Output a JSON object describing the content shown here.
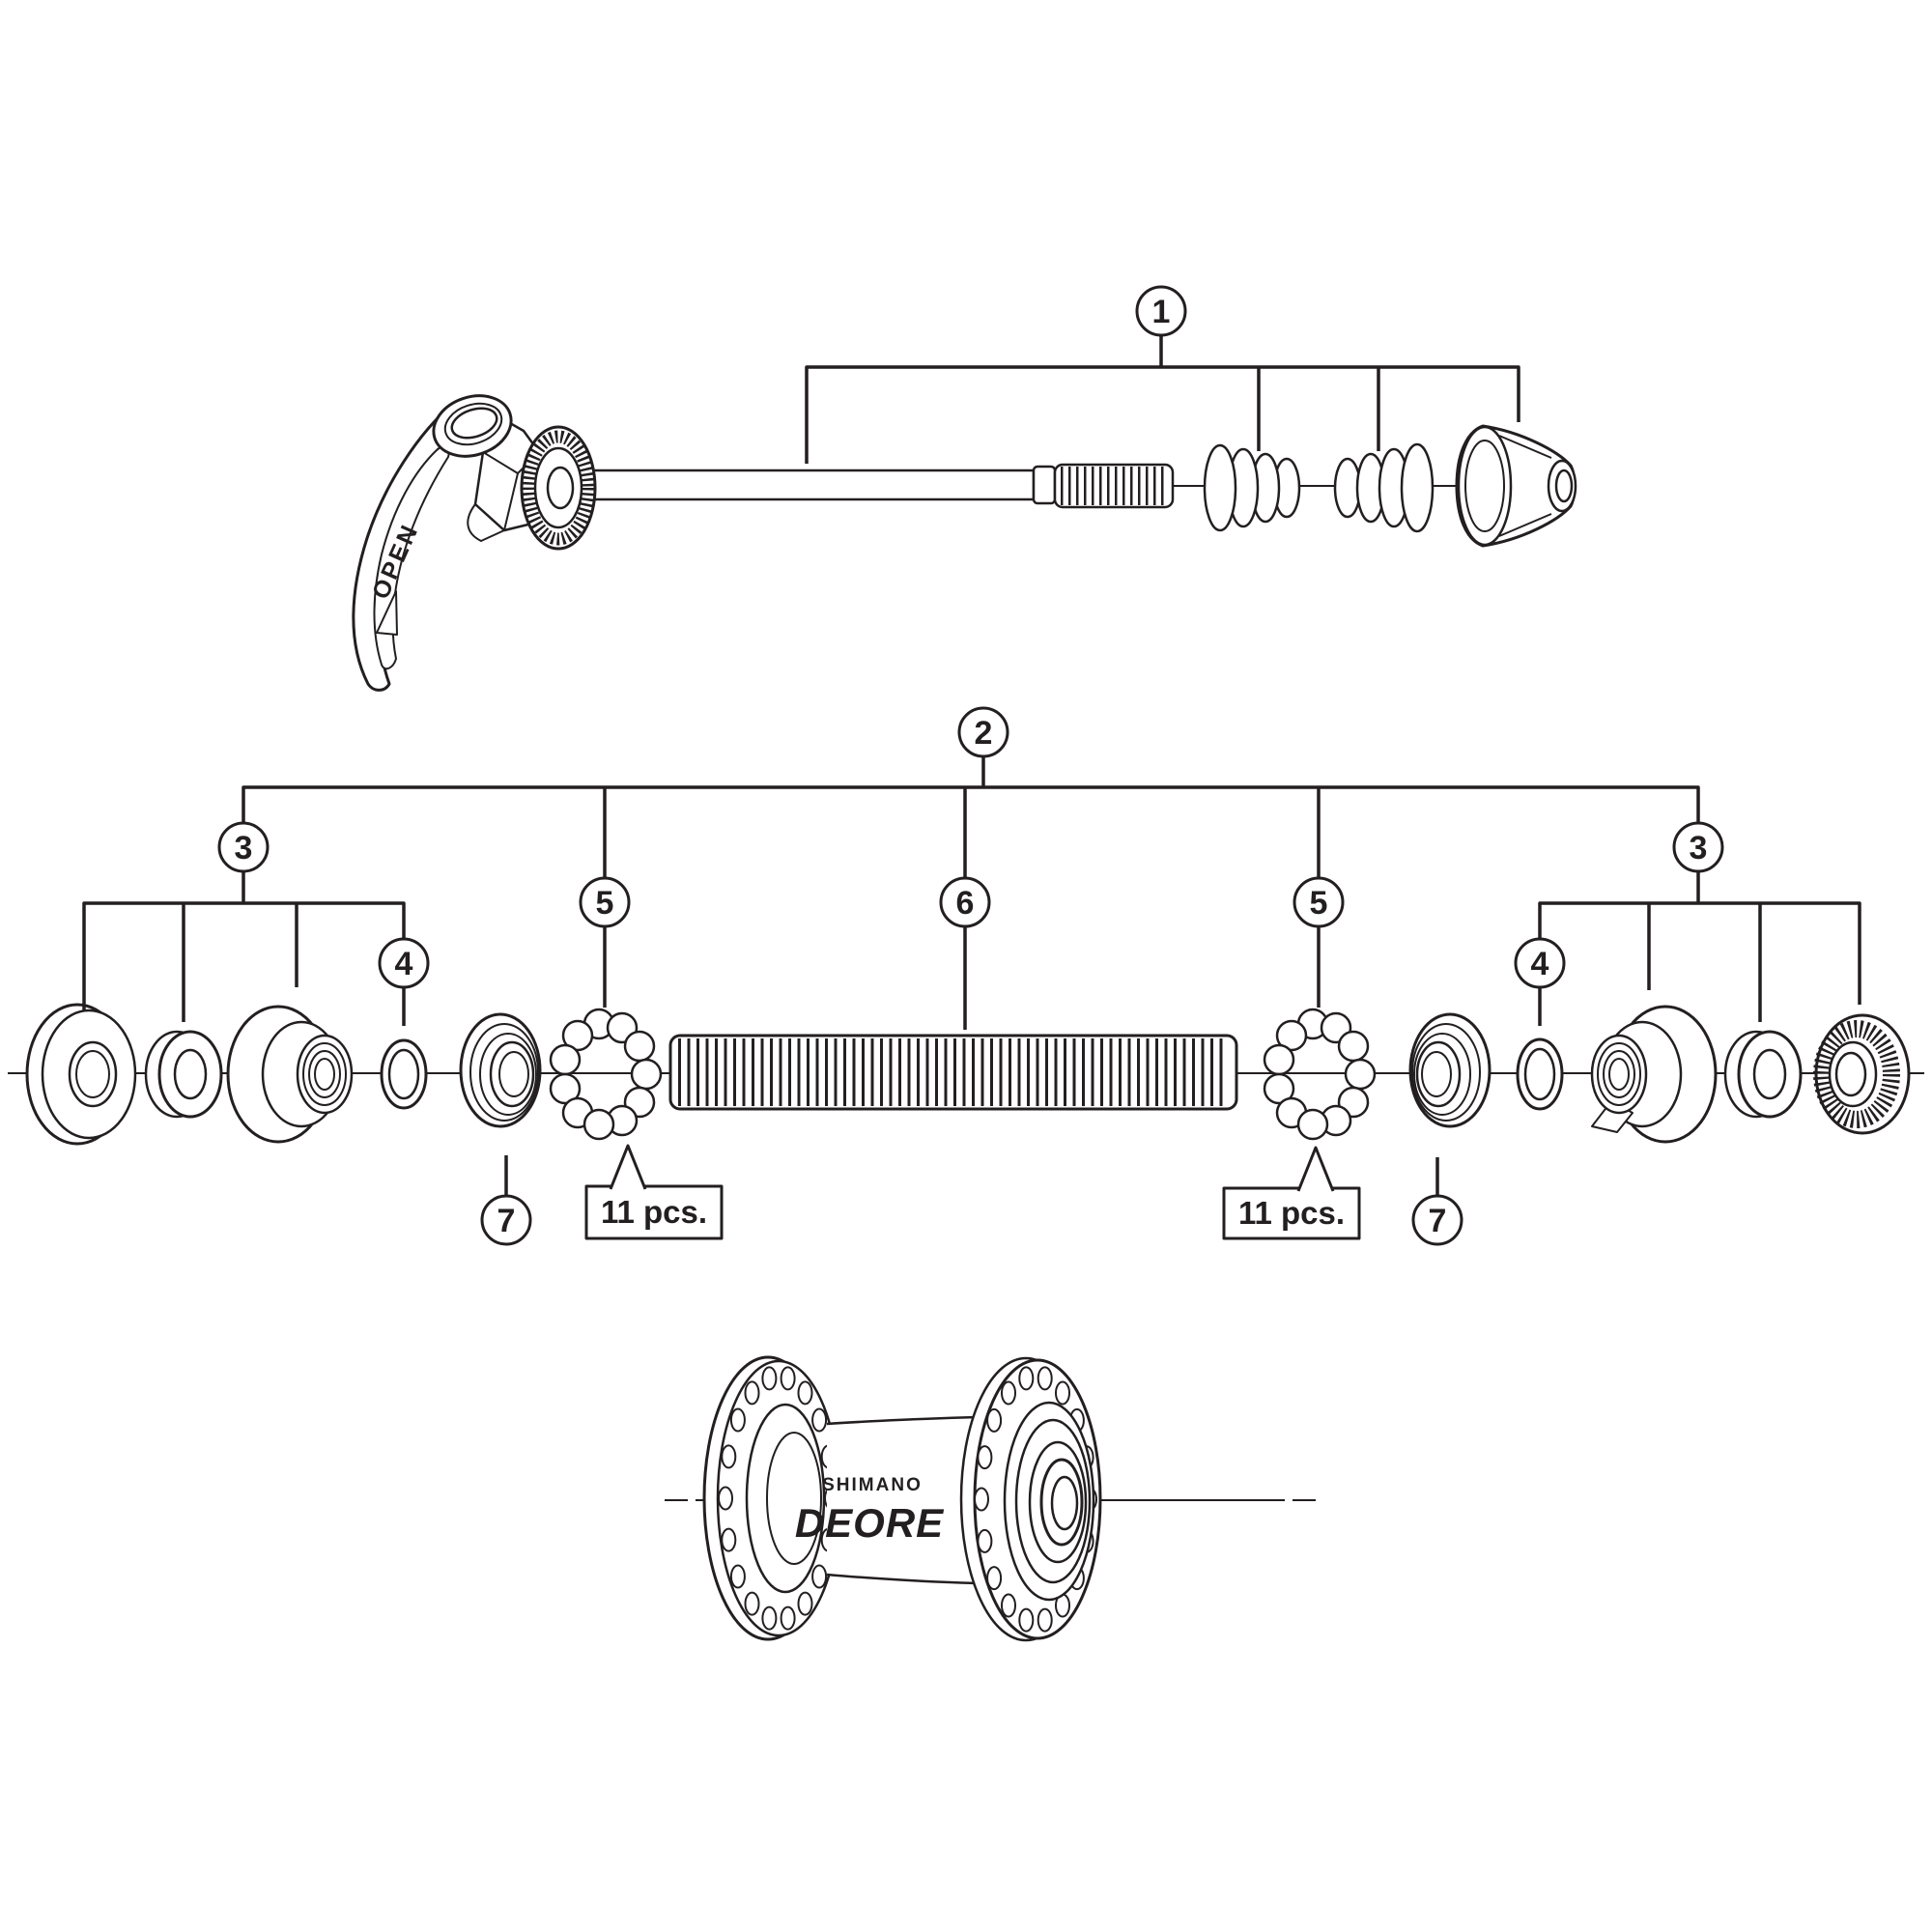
{
  "colors": {
    "line": "#231f20",
    "background": "#ffffff"
  },
  "callouts": {
    "qr_assembly": "1",
    "hub_axle_assembly": "2",
    "lock_nut_unit_left": "3",
    "lock_nut_unit_right": "3",
    "seal_ring_left": "4",
    "seal_ring_right": "4",
    "steel_balls_left": "5",
    "steel_balls_right": "5",
    "axle": "6",
    "dust_cap_left": "7",
    "dust_cap_right": "7"
  },
  "annotations": {
    "ball_count_left": "11 pcs.",
    "ball_count_right": "11 pcs."
  },
  "markings": {
    "qr_lever": "OPEN",
    "hub_brand": "SHIMANO",
    "hub_model": "DEORE"
  }
}
